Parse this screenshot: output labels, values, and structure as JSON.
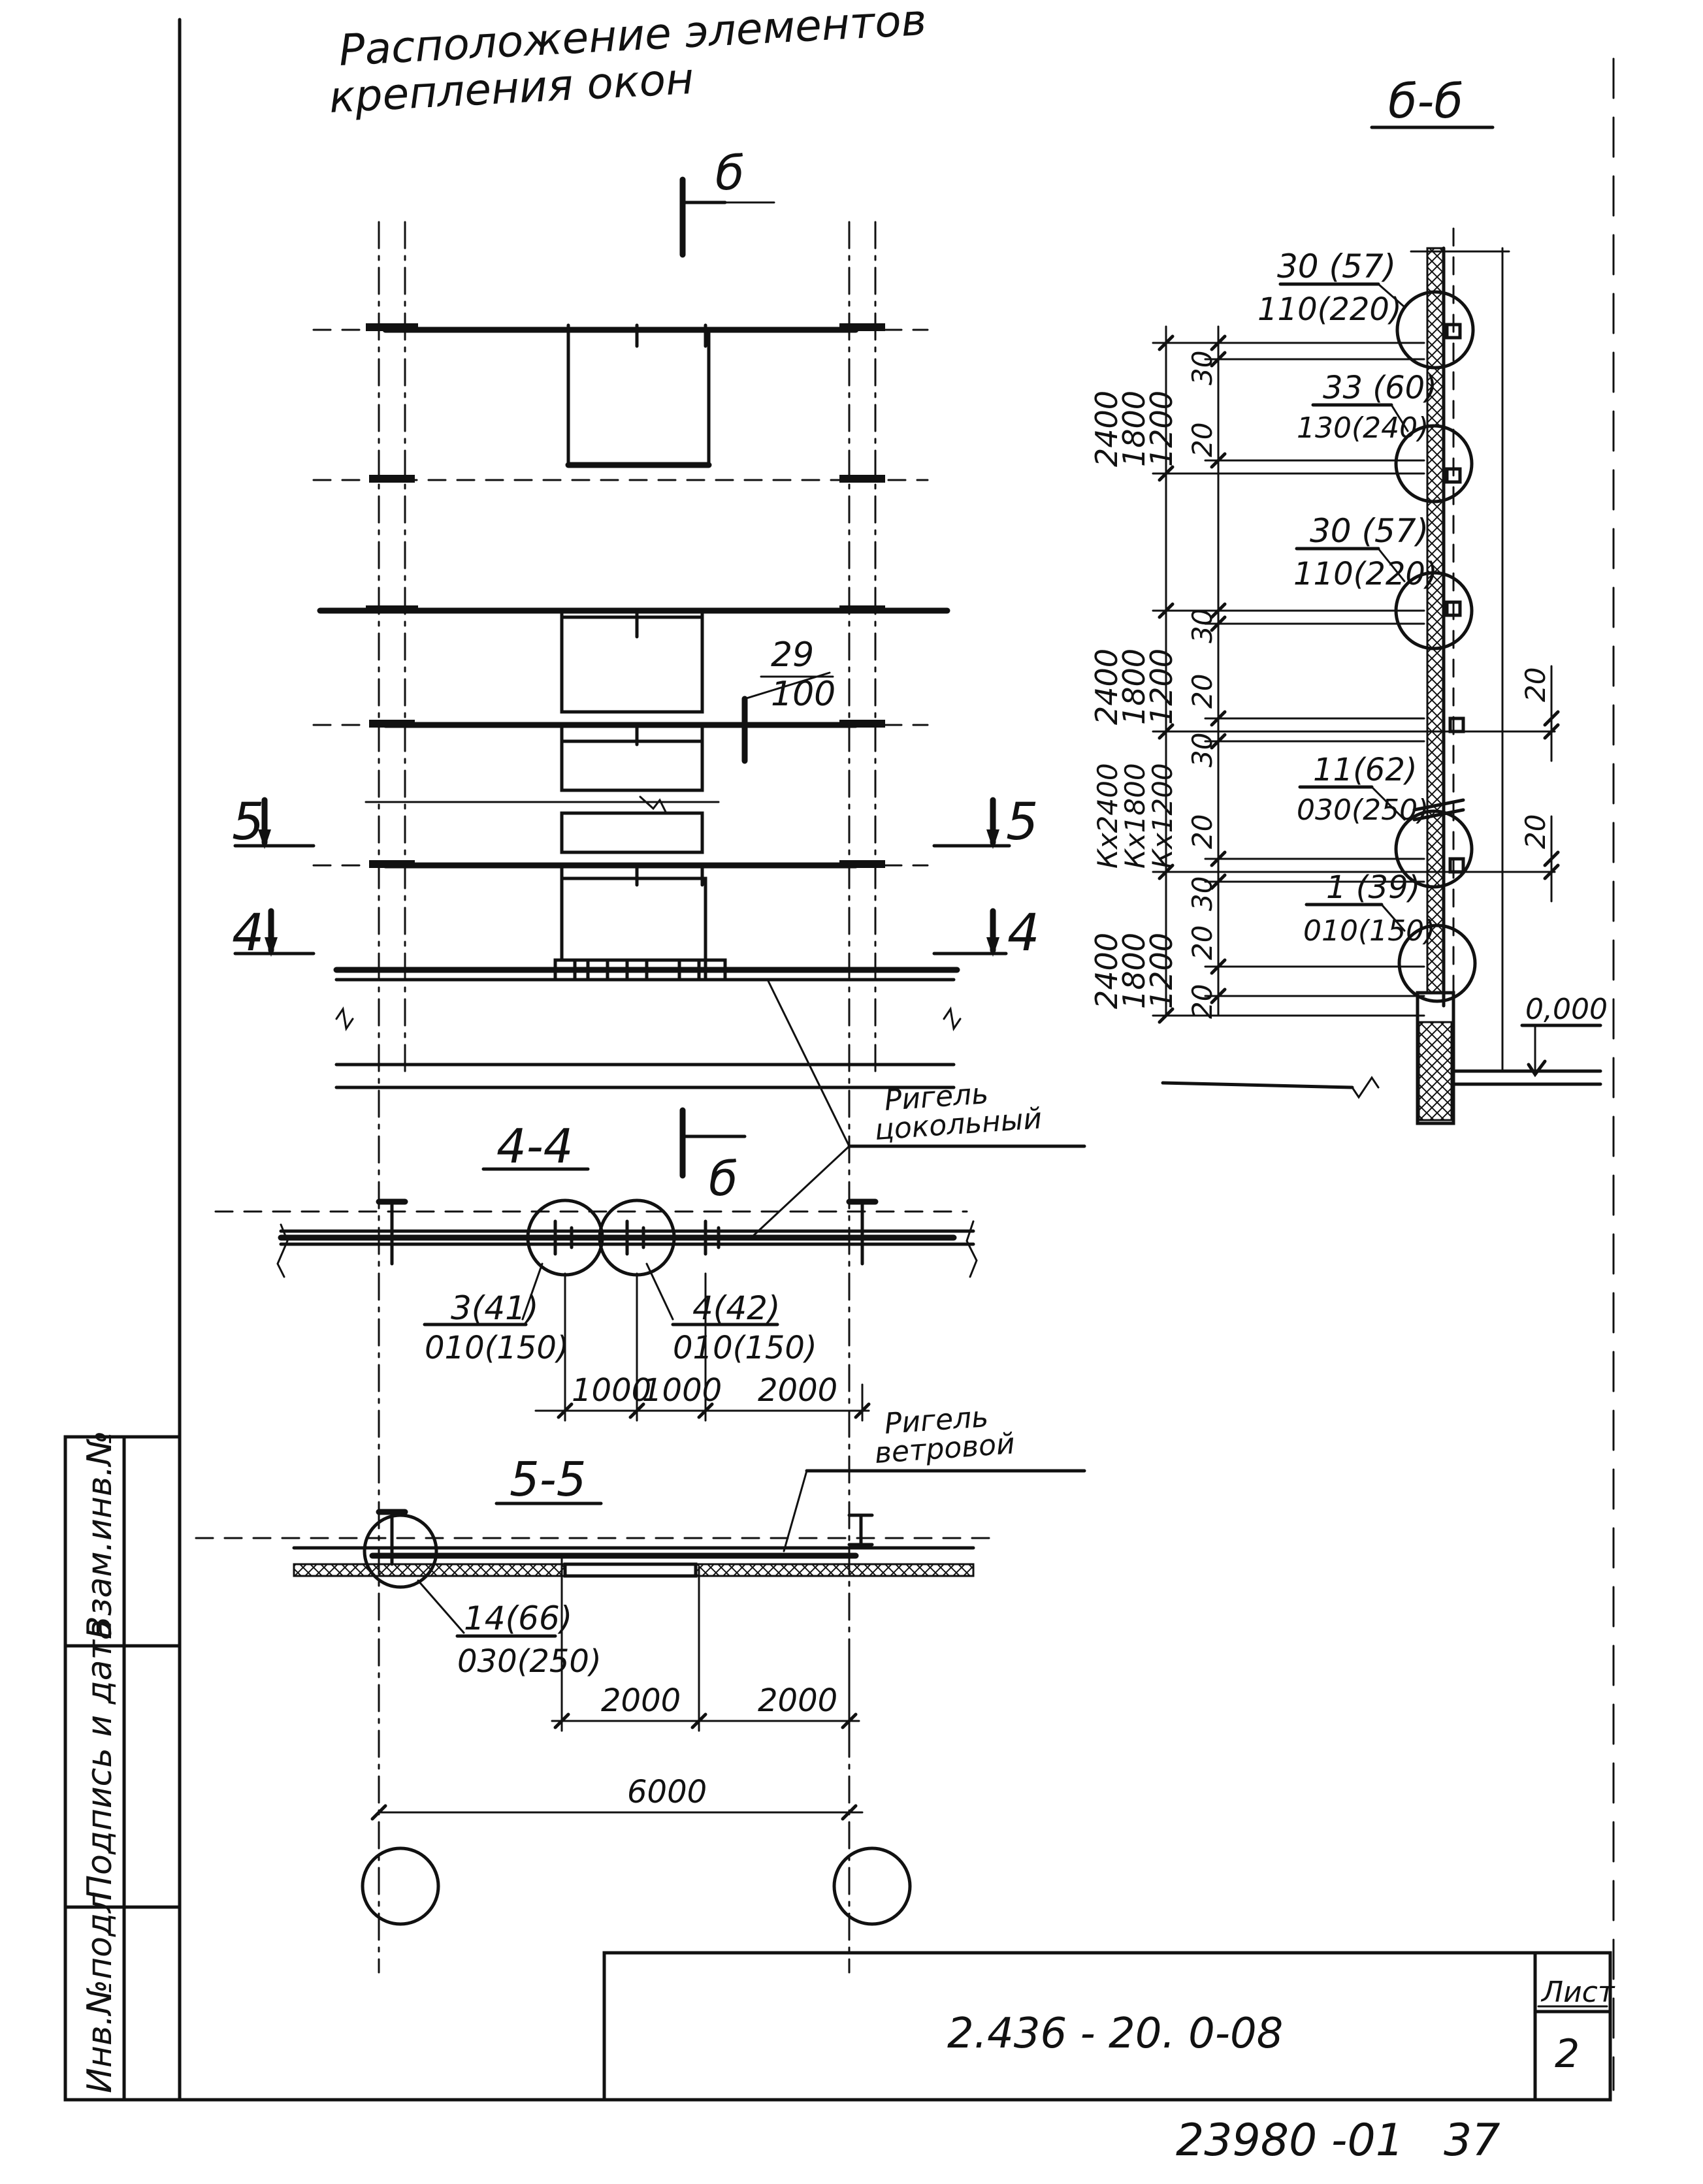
{
  "title": {
    "line1": "Расположение элементов",
    "line2": "крепления окон"
  },
  "sections": {
    "b": "б-б",
    "s4": "4-4",
    "s5": "5-5"
  },
  "cut_marks": {
    "b_top": "б",
    "b_mid": "б",
    "five_left": "5",
    "five_right": "5",
    "four_left": "4",
    "four_right": "4"
  },
  "elevation": {
    "callout_top": "29",
    "callout_bottom": "100"
  },
  "section_b": {
    "callouts": [
      {
        "top": "30 (57)",
        "bottom": "110(220)"
      },
      {
        "top": "33 (60)",
        "bottom": "130(240)"
      },
      {
        "top": "30 (57)",
        "bottom": "110(220)"
      },
      {
        "top": "11(62)",
        "bottom": "030(250)"
      },
      {
        "top": "1 (39)",
        "bottom": "010(150)"
      }
    ],
    "heights_1": [
      "2400",
      "1800",
      "1200"
    ],
    "heights_2": [
      "2400",
      "1800",
      "1200"
    ],
    "heights_3": [
      "Кх2400",
      "Кх1800",
      "Кх1200"
    ],
    "heights_4": [
      "2400",
      "1800",
      "1200"
    ],
    "dims": [
      "30",
      "20",
      "30",
      "20",
      "30",
      "20",
      "30",
      "20",
      "20"
    ],
    "dims_right": [
      "20",
      "20"
    ],
    "level": "0,000"
  },
  "section_4": {
    "callouts": [
      {
        "top": "3(41)",
        "bottom": "010(150)"
      },
      {
        "top": "4(42)",
        "bottom": "010(150)"
      }
    ],
    "dims": [
      "1000",
      "1000",
      "2000"
    ],
    "beam_label_line1": "Ригель",
    "beam_label_line2": "цокольный"
  },
  "section_5": {
    "callout": {
      "top": "14(66)",
      "bottom": "030(250)"
    },
    "dims": [
      "2000",
      "2000"
    ],
    "overall": "6000",
    "beam_label_line1": "Ригель",
    "beam_label_line2": "ветровой"
  },
  "side_stamp": [
    "Инв.№подл",
    "Подпись и дата",
    "Взам.инв.№"
  ],
  "title_block": {
    "code": "2.436 - 20. 0-08",
    "sheet_label": "Лист",
    "sheet_number": "2"
  },
  "footer": {
    "order": "23980 -01",
    "page": "37"
  }
}
